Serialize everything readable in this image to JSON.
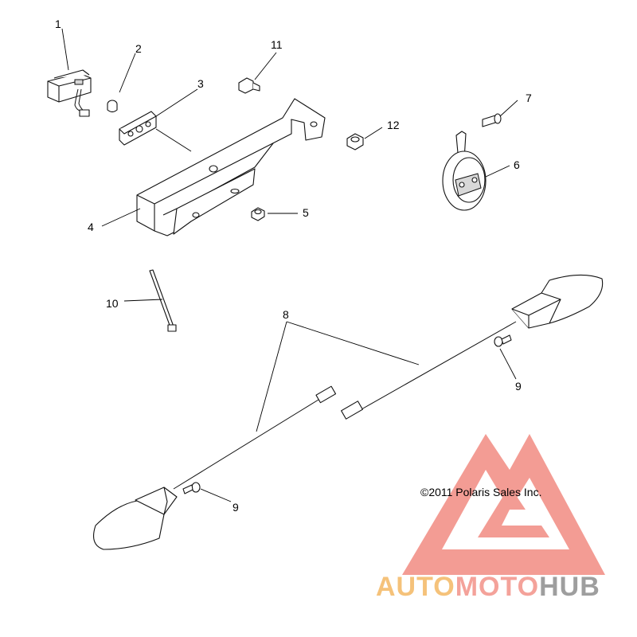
{
  "callouts": {
    "c1": "1",
    "c2": "2",
    "c3": "3",
    "c4": "4",
    "c5": "5",
    "c6": "6",
    "c7": "7",
    "c8": "8",
    "c9a": "9",
    "c9b": "9",
    "c10": "10",
    "c11": "11",
    "c12": "12"
  },
  "copyright": "©2011 Polaris Sales Inc.",
  "watermark": {
    "word_part1": "AUTO",
    "word_part2": "MOTO",
    "word_part3": "HUB",
    "colors": {
      "triangle": "#f28b82",
      "auto": "#f5c27a",
      "moto": "#f4a29a",
      "hub": "#9e9e9e"
    }
  }
}
